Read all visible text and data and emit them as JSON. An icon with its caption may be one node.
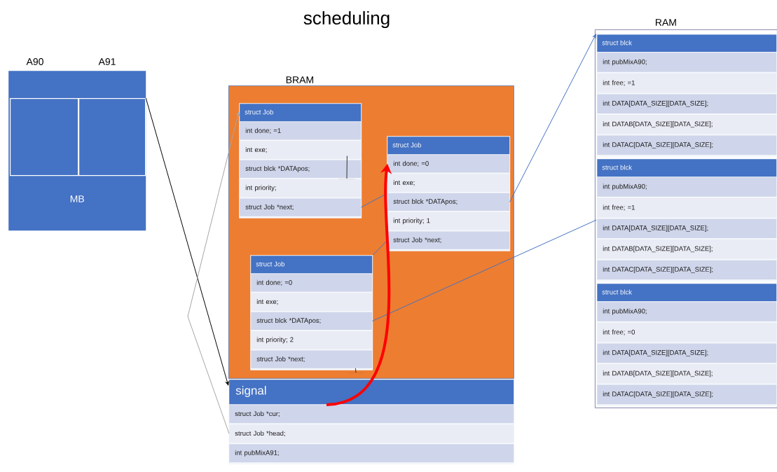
{
  "diagram": {
    "title": "scheduling",
    "nodes": [
      {
        "text": [
          "MB"
        ]
      },
      {
        "text": [],
        "shape": "box",
        "in": 0
      },
      {
        "text": [],
        "shape": "box",
        "in": 0
      },
      {
        "text": [
          "BRAM"
        ]
      },
      {
        "text": [
          "struct Job"
        ],
        "in": 3
      },
      {
        "text": [
          "int done; =1"
        ],
        "in": 4
      },
      {
        "text": [
          "int exe;"
        ],
        "in": 4
      },
      {
        "text": [
          "struct blck *DATApos;"
        ],
        "in": 4
      },
      {
        "text": [
          "int priority;"
        ],
        "in": 4
      },
      {
        "text": [
          "struct Job *next;"
        ],
        "in": 4
      },
      {
        "text": [
          "struct Job"
        ],
        "in": 3
      },
      {
        "text": [
          "int done; =0"
        ],
        "in": 10
      },
      {
        "text": [
          "int exe;"
        ],
        "in": 10
      },
      {
        "text": [
          "struct blck *DATApos;"
        ],
        "in": 10
      },
      {
        "text": [
          "int priority; 1"
        ],
        "in": 10
      },
      {
        "text": [
          "struct Job *next;"
        ],
        "in": 10
      },
      {
        "text": [
          "struct Job"
        ],
        "in": 3
      },
      {
        "text": [
          "int done; =0"
        ],
        "in": 16
      },
      {
        "text": [
          "int exe;"
        ],
        "in": 16
      },
      {
        "text": [
          "struct blck *DATApos;"
        ],
        "in": 16
      },
      {
        "text": [
          "int priority; 2"
        ],
        "in": 16
      },
      {
        "text": [
          "struct Job *next;"
        ],
        "in": 16
      },
      {
        "text": [
          "signal"
        ]
      },
      {
        "text": [
          "struct Job *cur;"
        ],
        "in": 22
      },
      {
        "text": [
          "struct Job *head;"
        ],
        "in": 22
      },
      {
        "text": [
          "int pubMixA91;"
        ],
        "in": 22
      },
      {
        "text": [
          "RAM"
        ]
      },
      {
        "text": [
          "struct blck"
        ],
        "in": 26
      },
      {
        "text": [
          "int pubMixA90;"
        ],
        "in": 27
      },
      {
        "text": [
          "int free; =1"
        ],
        "in": 27
      },
      {
        "text": [
          "int DATA[DATA_SIZE][DATA_SIZE];"
        ],
        "in": 27
      },
      {
        "text": [
          "int DATAB[DATA_SIZE][DATA_SIZE];"
        ],
        "in": 27
      },
      {
        "text": [
          "int DATAC[DATA_SIZE][DATA_SIZE];"
        ],
        "in": 27
      },
      {
        "text": [
          "struct blck"
        ],
        "in": 26
      },
      {
        "text": [
          "int pubMixA90;"
        ],
        "in": 33
      },
      {
        "text": [
          "int free; =1"
        ],
        "in": 33
      },
      {
        "text": [
          "int DATA[DATA_SIZE][DATA_SIZE];"
        ],
        "in": 33
      },
      {
        "text": [
          "int DATAB[DATA_SIZE][DATA_SIZE];"
        ],
        "in": 33
      },
      {
        "text": [
          "int DATAC[DATA_SIZE][DATA_SIZE];"
        ],
        "in": 33
      },
      {
        "text": [
          "struct blck"
        ],
        "in": 26
      },
      {
        "text": [
          "int pubMixA90;"
        ],
        "in": 39
      },
      {
        "text": [
          "int free; =0"
        ],
        "in": 39
      },
      {
        "text": [
          "int DATA[DATA_SIZE][DATA_SIZE];"
        ],
        "in": 39
      },
      {
        "text": [
          "int DATAB[DATA_SIZE][DATA_SIZE];"
        ],
        "in": 39
      },
      {
        "text": [
          "int DATAC[DATA_SIZE][DATA_SIZE];"
        ],
        "in": 39
      },
      {
        "text": [],
        "shape": "ground",
        "in": 4
      },
      {
        "text": [],
        "shape": "ground",
        "in": 3
      }
    ],
    "edges": [
      {
        "from": 2,
        "to": 22,
        "arrow": "to",
        "color": "#000000"
      },
      {
        "from": 24,
        "to": 4,
        "arrow": "to",
        "color": "#a6a6a6"
      },
      {
        "from": 9,
        "to": 10,
        "arrow": "none"
      },
      {
        "from": 13,
        "to": 27,
        "arrow": "to"
      },
      {
        "from": 15,
        "to": 16,
        "arrow": "none"
      },
      {
        "from": 19,
        "to": 33,
        "arrow": "none"
      },
      {
        "from": 23,
        "to": 11,
        "arrow": "to",
        "style": "thick",
        "color": "#ff0000"
      },
      {
        "from": 7,
        "to": 45,
        "arrow": "none",
        "color": "#333333"
      },
      {
        "from": 21,
        "to": 46,
        "arrow": "none",
        "color": "#333333"
      }
    ],
    "labels": [
      "A90",
      "A91"
    ]
  }
}
